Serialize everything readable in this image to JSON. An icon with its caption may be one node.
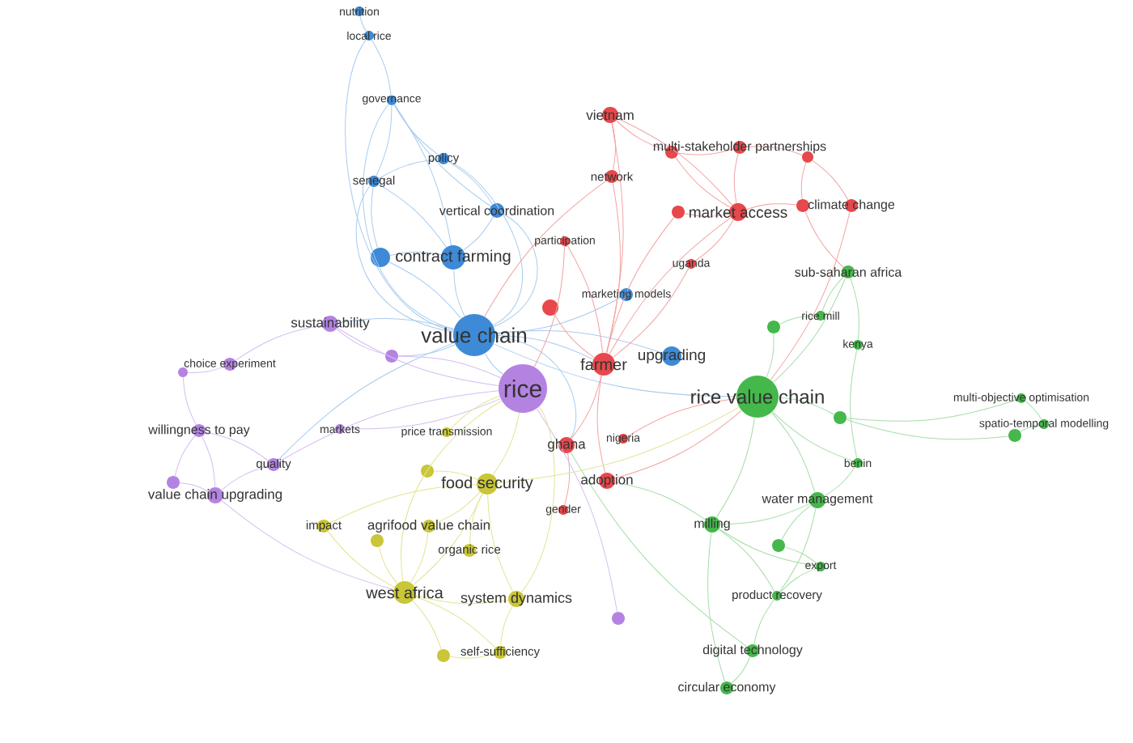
{
  "diagram": {
    "nodes": [
      {
        "text": [
          "nutrition"
        ]
      },
      {
        "text": [
          "local rice"
        ]
      },
      {
        "text": [
          "governance"
        ]
      },
      {
        "text": [
          "vietnam"
        ]
      },
      {
        "text": [
          "multi-stakeholder partnerships"
        ]
      },
      {
        "text": [],
        "shape": "circle"
      },
      {
        "text": [],
        "shape": "circle"
      },
      {
        "text": [
          "policy"
        ]
      },
      {
        "text": [
          "network"
        ]
      },
      {
        "text": [
          "senegal"
        ]
      },
      {
        "text": [
          "vertical coordination"
        ]
      },
      {
        "text": [
          "market access"
        ]
      },
      {
        "text": [],
        "shape": "circle"
      },
      {
        "text": [
          "climate change"
        ]
      },
      {
        "text": [],
        "shape": "circle"
      },
      {
        "text": [
          "participation"
        ]
      },
      {
        "text": [
          "contract farming"
        ]
      },
      {
        "text": [],
        "shape": "circle"
      },
      {
        "text": [
          "uganda"
        ]
      },
      {
        "text": [
          "sub-saharan africa"
        ]
      },
      {
        "text": [
          "marketing models"
        ]
      },
      {
        "text": [],
        "shape": "circle"
      },
      {
        "text": [
          "rice mill"
        ]
      },
      {
        "text": [],
        "shape": "circle"
      },
      {
        "text": [
          "sustainability"
        ]
      },
      {
        "text": [
          "value chain"
        ]
      },
      {
        "text": [
          "kenya"
        ]
      },
      {
        "text": [
          "upgrading"
        ]
      },
      {
        "text": [],
        "shape": "circle"
      },
      {
        "text": [
          "farmer"
        ]
      },
      {
        "text": [
          "choice experiment"
        ]
      },
      {
        "text": [],
        "shape": "circle"
      },
      {
        "text": [
          "rice"
        ]
      },
      {
        "text": [
          "rice value chain"
        ]
      },
      {
        "text": [
          "multi-objective optimisation"
        ]
      },
      {
        "text": [],
        "shape": "circle"
      },
      {
        "text": [
          "spatio-temporal modelling"
        ]
      },
      {
        "text": [],
        "shape": "circle"
      },
      {
        "text": [
          "willingness to pay"
        ]
      },
      {
        "text": [
          "markets"
        ]
      },
      {
        "text": [
          "price transmission"
        ]
      },
      {
        "text": [
          "nigeria"
        ]
      },
      {
        "text": [
          "ghana"
        ]
      },
      {
        "text": [
          "benin"
        ]
      },
      {
        "text": [
          "quality"
        ]
      },
      {
        "text": [],
        "shape": "circle"
      },
      {
        "text": [
          "adoption"
        ]
      },
      {
        "text": [],
        "shape": "circle"
      },
      {
        "text": [
          "food security"
        ]
      },
      {
        "text": [
          "value chain upgrading"
        ]
      },
      {
        "text": [
          "water management"
        ]
      },
      {
        "text": [
          "gender"
        ]
      },
      {
        "text": [
          "impact"
        ]
      },
      {
        "text": [
          "agrifood value chain"
        ]
      },
      {
        "text": [
          "milling"
        ]
      },
      {
        "text": [],
        "shape": "circle"
      },
      {
        "text": [],
        "shape": "circle"
      },
      {
        "text": [
          "organic rice"
        ]
      },
      {
        "text": [
          "export"
        ]
      },
      {
        "text": [
          "west africa"
        ]
      },
      {
        "text": [
          "product recovery"
        ]
      },
      {
        "text": [
          "system dynamics"
        ]
      },
      {
        "text": [],
        "shape": "circle"
      },
      {
        "text": [
          "digital technology"
        ]
      },
      {
        "text": [
          "self-sufficiency"
        ]
      },
      {
        "text": [],
        "shape": "circle"
      },
      {
        "text": [
          "circular economy"
        ]
      }
    ],
    "edges": [
      {
        "from": 1,
        "to": 0,
        "arrow": "none",
        "color": "#a8cbef"
      },
      {
        "from": 2,
        "to": 1,
        "arrow": "none",
        "color": "#a8cbef"
      },
      {
        "from": 25,
        "to": 1,
        "arrow": "none",
        "color": "#a8cbef"
      },
      {
        "from": 9,
        "to": 2,
        "arrow": "none",
        "color": "#a8cbef"
      },
      {
        "from": 7,
        "to": 2,
        "arrow": "none",
        "color": "#a8cbef"
      },
      {
        "from": 16,
        "to": 2,
        "arrow": "none",
        "color": "#a8cbef"
      },
      {
        "from": 10,
        "to": 2,
        "arrow": "none",
        "color": "#a8cbef"
      },
      {
        "from": 25,
        "to": 2,
        "arrow": "none",
        "color": "#a8cbef"
      },
      {
        "from": 9,
        "to": 7,
        "arrow": "none",
        "color": "#a8cbef"
      },
      {
        "from": 10,
        "to": 7,
        "arrow": "none",
        "color": "#a8cbef"
      },
      {
        "from": 25,
        "to": 7,
        "arrow": "none",
        "color": "#a8cbef"
      },
      {
        "from": 16,
        "to": 9,
        "arrow": "none",
        "color": "#a8cbef"
      },
      {
        "from": 17,
        "to": 9,
        "arrow": "none",
        "color": "#a8cbef"
      },
      {
        "from": 25,
        "to": 9,
        "arrow": "none",
        "color": "#a8cbef"
      },
      {
        "from": 10,
        "to": 16,
        "arrow": "none",
        "color": "#a8cbef"
      },
      {
        "from": 25,
        "to": 10,
        "arrow": "none",
        "color": "#a8cbef"
      },
      {
        "from": 25,
        "to": 16,
        "arrow": "none",
        "color": "#a8cbef"
      },
      {
        "from": 25,
        "to": 17,
        "arrow": "none",
        "color": "#a8cbef"
      },
      {
        "from": 17,
        "to": 16,
        "arrow": "none",
        "color": "#a8cbef"
      },
      {
        "from": 25,
        "to": 20,
        "arrow": "none",
        "color": "#a8cbef"
      },
      {
        "from": 25,
        "to": 27,
        "arrow": "none",
        "color": "#a8cbef"
      },
      {
        "from": 25,
        "to": 32,
        "arrow": "none",
        "color": "#a8cbef"
      },
      {
        "from": 25,
        "to": 29,
        "arrow": "none",
        "color": "#a8cbef"
      },
      {
        "from": 25,
        "to": 33,
        "arrow": "none",
        "color": "#a8cbef"
      },
      {
        "from": 25,
        "to": 42,
        "arrow": "none",
        "color": "#a8cbef"
      },
      {
        "from": 25,
        "to": 24,
        "arrow": "none",
        "color": "#a8cbef"
      },
      {
        "from": 25,
        "to": 28,
        "arrow": "none",
        "color": "#a8cbef"
      },
      {
        "from": 25,
        "to": 44,
        "arrow": "none",
        "color": "#a8cbef"
      },
      {
        "from": 3,
        "to": 8,
        "arrow": "none",
        "color": "#f3a3a3"
      },
      {
        "from": 3,
        "to": 5,
        "arrow": "none",
        "color": "#f3a3a3"
      },
      {
        "from": 3,
        "to": 11,
        "arrow": "none",
        "color": "#f3a3a3"
      },
      {
        "from": 5,
        "to": 4,
        "arrow": "none",
        "color": "#f3a3a3"
      },
      {
        "from": 4,
        "to": 6,
        "arrow": "none",
        "color": "#f3a3a3"
      },
      {
        "from": 4,
        "to": 11,
        "arrow": "none",
        "color": "#f3a3a3"
      },
      {
        "from": 6,
        "to": 13,
        "arrow": "none",
        "color": "#f3a3a3"
      },
      {
        "from": 6,
        "to": 14,
        "arrow": "none",
        "color": "#f3a3a3"
      },
      {
        "from": 11,
        "to": 14,
        "arrow": "none",
        "color": "#f3a3a3"
      },
      {
        "from": 12,
        "to": 11,
        "arrow": "none",
        "color": "#f3a3a3"
      },
      {
        "from": 8,
        "to": 29,
        "arrow": "none",
        "color": "#f3a3a3"
      },
      {
        "from": 5,
        "to": 11,
        "arrow": "none",
        "color": "#f3a3a3"
      },
      {
        "from": 11,
        "to": 18,
        "arrow": "none",
        "color": "#f3a3a3"
      },
      {
        "from": 11,
        "to": 29,
        "arrow": "none",
        "color": "#f3a3a3"
      },
      {
        "from": 13,
        "to": 33,
        "arrow": "none",
        "color": "#f3a3a3"
      },
      {
        "from": 14,
        "to": 19,
        "arrow": "none",
        "color": "#f3a3a3"
      },
      {
        "from": 15,
        "to": 29,
        "arrow": "none",
        "color": "#f3a3a3"
      },
      {
        "from": 21,
        "to": 29,
        "arrow": "none",
        "color": "#f3a3a3"
      },
      {
        "from": 29,
        "to": 42,
        "arrow": "none",
        "color": "#f3a3a3"
      },
      {
        "from": 29,
        "to": 46,
        "arrow": "none",
        "color": "#f3a3a3"
      },
      {
        "from": 41,
        "to": 33,
        "arrow": "none",
        "color": "#f3a3a3"
      },
      {
        "from": 46,
        "to": 33,
        "arrow": "none",
        "color": "#f3a3a3"
      },
      {
        "from": 18,
        "to": 29,
        "arrow": "none",
        "color": "#f3a3a3"
      },
      {
        "from": 12,
        "to": 29,
        "arrow": "none",
        "color": "#f3a3a3"
      },
      {
        "from": 15,
        "to": 32,
        "arrow": "none",
        "color": "#f3a3a3"
      },
      {
        "from": 8,
        "to": 25,
        "arrow": "none",
        "color": "#f3a3a3"
      },
      {
        "from": 3,
        "to": 29,
        "arrow": "none",
        "color": "#f3a3a3"
      },
      {
        "from": 51,
        "to": 42,
        "arrow": "none",
        "color": "#f3a3a3"
      },
      {
        "from": 19,
        "to": 33,
        "arrow": "none",
        "color": "#a6dda8"
      },
      {
        "from": 19,
        "to": 22,
        "arrow": "none",
        "color": "#a6dda8"
      },
      {
        "from": 19,
        "to": 26,
        "arrow": "none",
        "color": "#a6dda8"
      },
      {
        "from": 22,
        "to": 23,
        "arrow": "none",
        "color": "#a6dda8"
      },
      {
        "from": 23,
        "to": 33,
        "arrow": "none",
        "color": "#a6dda8"
      },
      {
        "from": 26,
        "to": 43,
        "arrow": "none",
        "color": "#a6dda8"
      },
      {
        "from": 33,
        "to": 35,
        "arrow": "none",
        "color": "#a6dda8"
      },
      {
        "from": 35,
        "to": 34,
        "arrow": "none",
        "color": "#a6dda8"
      },
      {
        "from": 34,
        "to": 36,
        "arrow": "none",
        "color": "#a6dda8"
      },
      {
        "from": 36,
        "to": 37,
        "arrow": "none",
        "color": "#a6dda8"
      },
      {
        "from": 37,
        "to": 35,
        "arrow": "none",
        "color": "#a6dda8"
      },
      {
        "from": 33,
        "to": 43,
        "arrow": "none",
        "color": "#a6dda8"
      },
      {
        "from": 33,
        "to": 50,
        "arrow": "none",
        "color": "#a6dda8"
      },
      {
        "from": 50,
        "to": 43,
        "arrow": "none",
        "color": "#a6dda8"
      },
      {
        "from": 50,
        "to": 54,
        "arrow": "none",
        "color": "#a6dda8"
      },
      {
        "from": 50,
        "to": 56,
        "arrow": "none",
        "color": "#a6dda8"
      },
      {
        "from": 56,
        "to": 58,
        "arrow": "none",
        "color": "#a6dda8"
      },
      {
        "from": 54,
        "to": 58,
        "arrow": "none",
        "color": "#a6dda8"
      },
      {
        "from": 54,
        "to": 60,
        "arrow": "none",
        "color": "#a6dda8"
      },
      {
        "from": 60,
        "to": 63,
        "arrow": "none",
        "color": "#a6dda8"
      },
      {
        "from": 63,
        "to": 66,
        "arrow": "none",
        "color": "#a6dda8"
      },
      {
        "from": 54,
        "to": 66,
        "arrow": "none",
        "color": "#a6dda8"
      },
      {
        "from": 33,
        "to": 54,
        "arrow": "none",
        "color": "#a6dda8"
      },
      {
        "from": 58,
        "to": 60,
        "arrow": "none",
        "color": "#a6dda8"
      },
      {
        "from": 50,
        "to": 60,
        "arrow": "none",
        "color": "#a6dda8"
      },
      {
        "from": 54,
        "to": 46,
        "arrow": "none",
        "color": "#a6dda8"
      },
      {
        "from": 63,
        "to": 42,
        "arrow": "none",
        "color": "#a6dda8"
      },
      {
        "from": 24,
        "to": 32,
        "arrow": "none",
        "color": "#d6bdf2"
      },
      {
        "from": 28,
        "to": 32,
        "arrow": "none",
        "color": "#d6bdf2"
      },
      {
        "from": 24,
        "to": 30,
        "arrow": "none",
        "color": "#d6bdf2"
      },
      {
        "from": 30,
        "to": 31,
        "arrow": "none",
        "color": "#d6bdf2"
      },
      {
        "from": 31,
        "to": 38,
        "arrow": "none",
        "color": "#d6bdf2"
      },
      {
        "from": 38,
        "to": 49,
        "arrow": "none",
        "color": "#d6bdf2"
      },
      {
        "from": 38,
        "to": 47,
        "arrow": "none",
        "color": "#d6bdf2"
      },
      {
        "from": 47,
        "to": 49,
        "arrow": "none",
        "color": "#d6bdf2"
      },
      {
        "from": 44,
        "to": 49,
        "arrow": "none",
        "color": "#d6bdf2"
      },
      {
        "from": 44,
        "to": 32,
        "arrow": "none",
        "color": "#d6bdf2"
      },
      {
        "from": 39,
        "to": 32,
        "arrow": "none",
        "color": "#d6bdf2"
      },
      {
        "from": 38,
        "to": 44,
        "arrow": "none",
        "color": "#d6bdf2"
      },
      {
        "from": 49,
        "to": 59,
        "arrow": "none",
        "color": "#d6bdf2"
      },
      {
        "from": 32,
        "to": 62,
        "arrow": "none",
        "color": "#d6bdf2"
      },
      {
        "from": 24,
        "to": 28,
        "arrow": "none",
        "color": "#d6bdf2"
      },
      {
        "from": 40,
        "to": 32,
        "arrow": "none",
        "color": "#e3e392"
      },
      {
        "from": 48,
        "to": 32,
        "arrow": "none",
        "color": "#e3e392"
      },
      {
        "from": 45,
        "to": 48,
        "arrow": "none",
        "color": "#e3e392"
      },
      {
        "from": 52,
        "to": 59,
        "arrow": "none",
        "color": "#e3e392"
      },
      {
        "from": 53,
        "to": 59,
        "arrow": "none",
        "color": "#e3e392"
      },
      {
        "from": 55,
        "to": 59,
        "arrow": "none",
        "color": "#e3e392"
      },
      {
        "from": 57,
        "to": 48,
        "arrow": "none",
        "color": "#e3e392"
      },
      {
        "from": 59,
        "to": 61,
        "arrow": "none",
        "color": "#e3e392"
      },
      {
        "from": 59,
        "to": 64,
        "arrow": "none",
        "color": "#e3e392"
      },
      {
        "from": 61,
        "to": 64,
        "arrow": "none",
        "color": "#e3e392"
      },
      {
        "from": 64,
        "to": 65,
        "arrow": "none",
        "color": "#e3e392"
      },
      {
        "from": 65,
        "to": 59,
        "arrow": "none",
        "color": "#e3e392"
      },
      {
        "from": 48,
        "to": 59,
        "arrow": "none",
        "color": "#e3e392"
      },
      {
        "from": 48,
        "to": 61,
        "arrow": "none",
        "color": "#e3e392"
      },
      {
        "from": 52,
        "to": 48,
        "arrow": "none",
        "color": "#e3e392"
      },
      {
        "from": 53,
        "to": 48,
        "arrow": "none",
        "color": "#e3e392"
      },
      {
        "from": 61,
        "to": 32,
        "arrow": "none",
        "color": "#e3e392"
      },
      {
        "from": 48,
        "to": 33,
        "arrow": "none",
        "color": "#e3e392"
      },
      {
        "from": 59,
        "to": 32,
        "arrow": "none",
        "color": "#e3e392"
      }
    ]
  }
}
